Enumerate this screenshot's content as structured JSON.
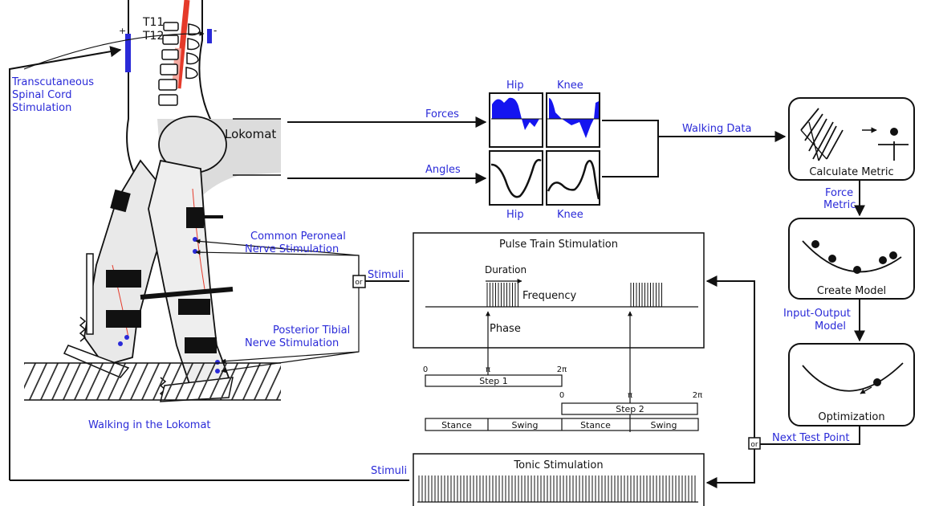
{
  "colors": {
    "accent": "#2a2ad8",
    "ink": "#111111",
    "nerve": "#e53a2a",
    "force_fill": "#1515f0",
    "leg_gray": "#d8d8d8"
  },
  "spine": {
    "vertebra_top": "T11",
    "vertebra_bottom": "T12",
    "electrode_plus": "+",
    "electrode_minus": "-"
  },
  "labels": {
    "tss_line1": "Transcutaneous",
    "tss_line2": "Spinal Cord",
    "tss_line3": "Stimulation",
    "lokomat": "Lokomat",
    "walking_caption": "Walking in the Lokomat",
    "forces": "Forces",
    "angles": "Angles",
    "walking_data": "Walking Data",
    "cp_line1": "Common Peroneal",
    "cp_line2": "Nerve Stimulation",
    "pt_line1": "Posterior Tibial",
    "pt_line2": "Nerve Stimulation",
    "stimuli_top": "Stimuli",
    "stimuli_bottom": "Stimuli",
    "or_top": "or",
    "or_bottom": "or",
    "force_metric_line1": "Force",
    "force_metric_line2": "Metric",
    "io_model_line1": "Input-Output",
    "io_model_line2": "Model",
    "next_test_point": "Next Test Point"
  },
  "plots": {
    "hip_top": "Hip",
    "knee_top": "Knee",
    "hip_bottom": "Hip",
    "knee_bottom": "Knee"
  },
  "flow": {
    "calculate_metric": "Calculate Metric",
    "create_model": "Create Model",
    "optimization": "Optimization"
  },
  "pulse": {
    "title": "Pulse Train Stimulation",
    "duration": "Duration",
    "frequency": "Frequency",
    "phase": "Phase"
  },
  "timeline": {
    "step1": "Step 1",
    "step2": "Step 2",
    "tick0": "0",
    "tickpi": "π",
    "tick2pi": "2π",
    "phases": [
      "Stance",
      "Swing",
      "Stance",
      "Swing"
    ]
  },
  "tonic": {
    "title": "Tonic Stimulation"
  }
}
